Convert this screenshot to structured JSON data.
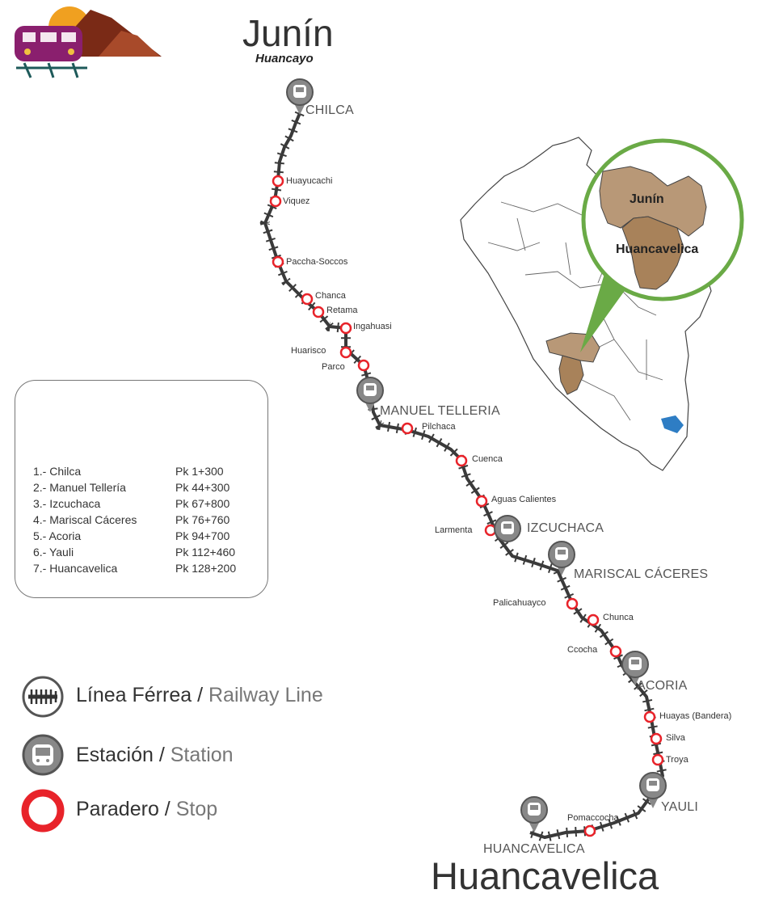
{
  "header": {
    "department_title": "Junín",
    "city_subtitle": "Huancayo"
  },
  "footer": {
    "department_title": "Huancavelica"
  },
  "stations": [
    {
      "label": "CHILCA"
    },
    {
      "label": "MANUEL TELLERIA"
    },
    {
      "label": "IZCUCHACA"
    },
    {
      "label": "MARISCAL CÁCERES"
    },
    {
      "label": "ACORIA"
    },
    {
      "label": "YAULI"
    },
    {
      "label": "HUANCAVELICA"
    }
  ],
  "stops": [
    {
      "label": "Huayucachi"
    },
    {
      "label": "Viquez"
    },
    {
      "label": "Paccha-Soccos"
    },
    {
      "label": "Chanca"
    },
    {
      "label": "Retama"
    },
    {
      "label": "Ingahuasi"
    },
    {
      "label": "Huarisco"
    },
    {
      "label": "Parco"
    },
    {
      "label": "Pilchaca"
    },
    {
      "label": "Cuenca"
    },
    {
      "label": "Aguas Calientes"
    },
    {
      "label": "Larmenta"
    },
    {
      "label": "Palicahuayco"
    },
    {
      "label": "Chunca"
    },
    {
      "label": "Ccocha"
    },
    {
      "label": "Huayas (Bandera)"
    },
    {
      "label": "Silva"
    },
    {
      "label": "Troya"
    },
    {
      "label": "Pomaccocha"
    }
  ],
  "inset": {
    "region_upper": "Junín",
    "region_lower": "Huancavelica",
    "colors": {
      "upper": "#b89877",
      "lower": "#a8825a",
      "ring": "#6aaa46",
      "lake": "#2e7dc4"
    }
  },
  "station_list": {
    "items": [
      {
        "name": "1.- Chilca",
        "pk": "Pk 1+300"
      },
      {
        "name": "2.- Manuel Tellería",
        "pk": "Pk 44+300"
      },
      {
        "name": "3.- Izcuchaca",
        "pk": "Pk 67+800"
      },
      {
        "name": "4.- Mariscal Cáceres",
        "pk": "Pk 76+760"
      },
      {
        "name": "5.- Acoria",
        "pk": "Pk 94+700"
      },
      {
        "name": "6.- Yauli",
        "pk": "Pk 112+460"
      },
      {
        "name": "7.- Huancavelica",
        "pk": "Pk 128+200"
      }
    ]
  },
  "key": {
    "railway_es": "Línea Férrea",
    "railway_sep": " / ",
    "railway_en": "Railway Line",
    "station_es": "Estación",
    "station_sep": " / ",
    "station_en": "Station",
    "stop_es": "Paradero",
    "stop_sep": " / ",
    "stop_en": "Stop"
  },
  "colors": {
    "track": "#3a3a3a",
    "stop_ring": "#e8232a",
    "station_fill": "#888888",
    "train_body": "#8a1f6e",
    "mountain": "#7a2a16",
    "sun": "#f0a020"
  }
}
